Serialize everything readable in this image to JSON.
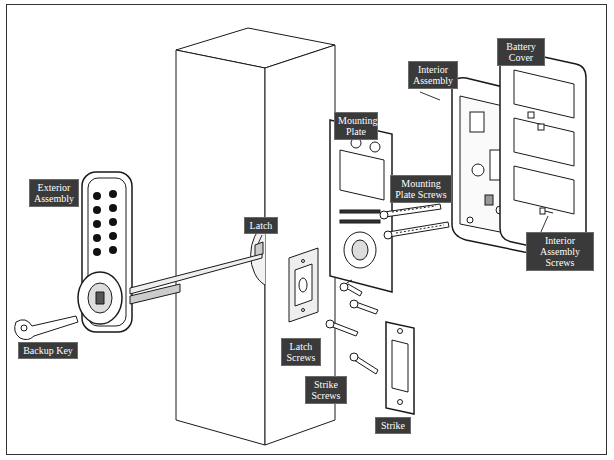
{
  "diagram": {
    "nodes": [
      {
        "text": [
          "Battery Cover"
        ]
      },
      {
        "text": [
          "Interior Assembly"
        ]
      },
      {
        "text": [
          "Mounting Plate"
        ]
      },
      {
        "text": [
          "Mounting Plate Screws"
        ]
      },
      {
        "text": [
          "Exterior Assembly"
        ]
      },
      {
        "text": [
          "Latch"
        ]
      },
      {
        "text": [
          "Interior Assembly Screws"
        ]
      },
      {
        "text": [
          "Latch Screws"
        ]
      },
      {
        "text": [
          "Backup Key"
        ]
      },
      {
        "text": [
          "Strike Screws"
        ]
      },
      {
        "text": [
          "Strike"
        ]
      }
    ]
  }
}
